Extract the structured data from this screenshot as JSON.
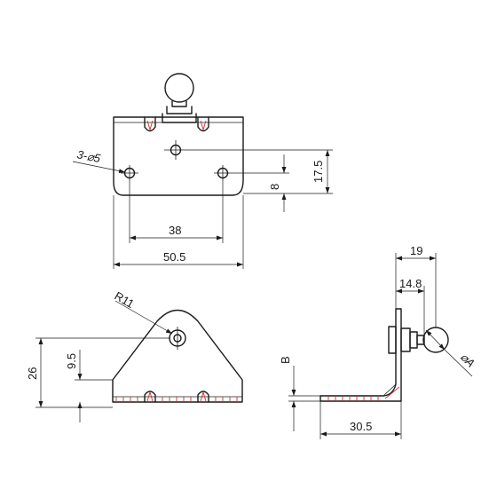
{
  "top_view": {
    "hole_callout": "3-⌀5",
    "dim_hole_spacing": "38",
    "dim_width": "50.5",
    "dim_hole_height": "8",
    "dim_top_hole_height": "17.5"
  },
  "front_view": {
    "dim_radius": "R11",
    "dim_height": "26",
    "dim_hole_height": "9.5"
  },
  "side_view": {
    "dim_thickness": "B",
    "dim_ball_offset": "19",
    "dim_neck_offset": "14.8",
    "dim_base_length": "30.5",
    "dim_ball_diameter": "⌀A"
  }
}
